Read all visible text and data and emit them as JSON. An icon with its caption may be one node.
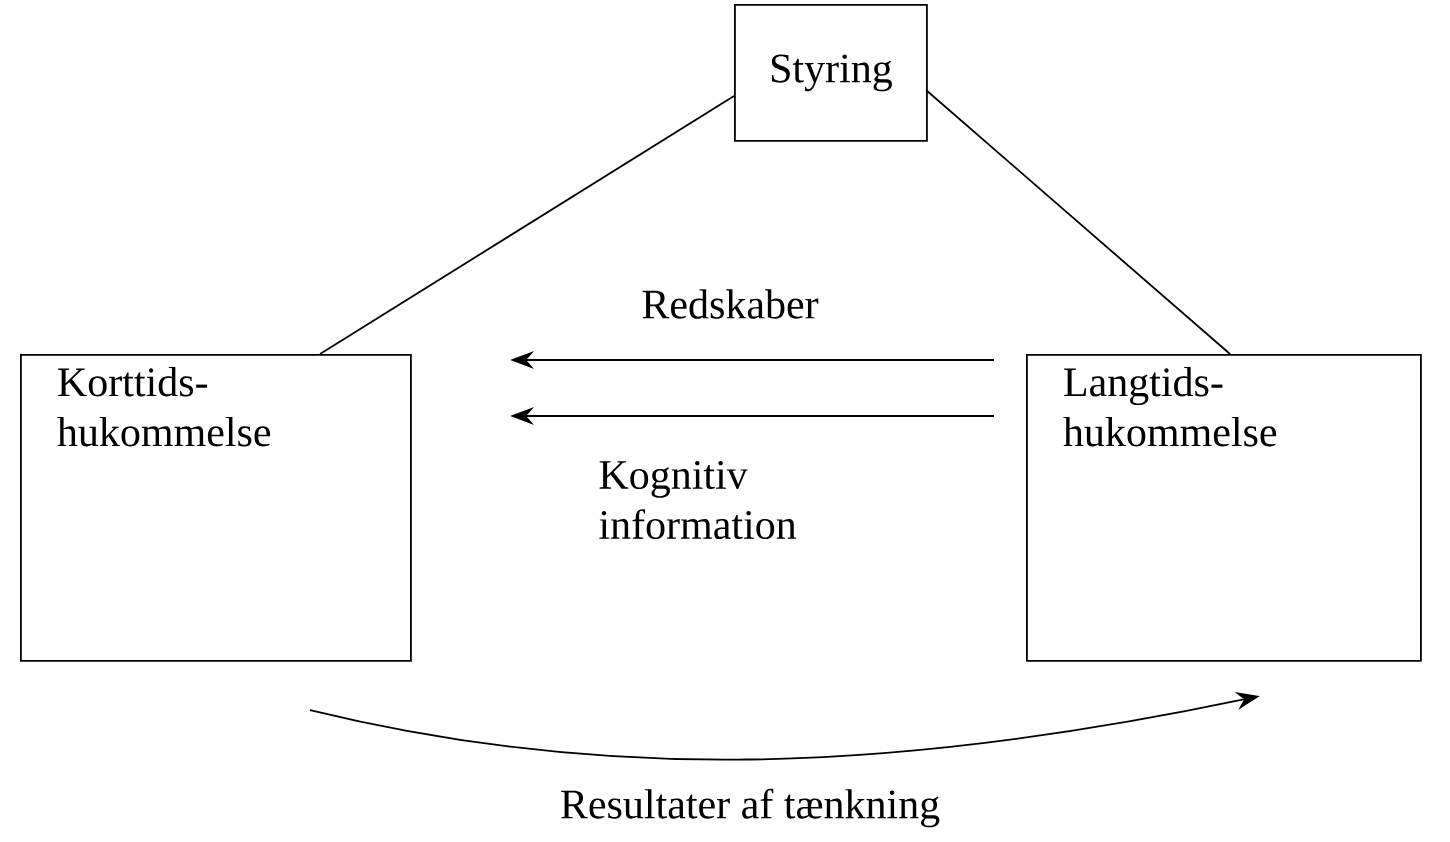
{
  "diagram": {
    "nodes": [
      {
        "text": [
          "Styring"
        ]
      },
      {
        "text": [
          "Korttids- hukommelse"
        ]
      },
      {
        "text": [
          "Langtids- hukommelse"
        ]
      }
    ],
    "edges": [
      {
        "from": 0,
        "to": 1,
        "arrow": "none"
      },
      {
        "from": 0,
        "to": 2,
        "arrow": "none"
      },
      {
        "from": 2,
        "to": 1,
        "arrow": "to",
        "label": "Redskaber"
      },
      {
        "from": 2,
        "to": 1,
        "arrow": "to",
        "label": "Kognitiv information"
      },
      {
        "from": 1,
        "to": 2,
        "arrow": "to",
        "label": "Resultater af tænkning"
      }
    ]
  }
}
